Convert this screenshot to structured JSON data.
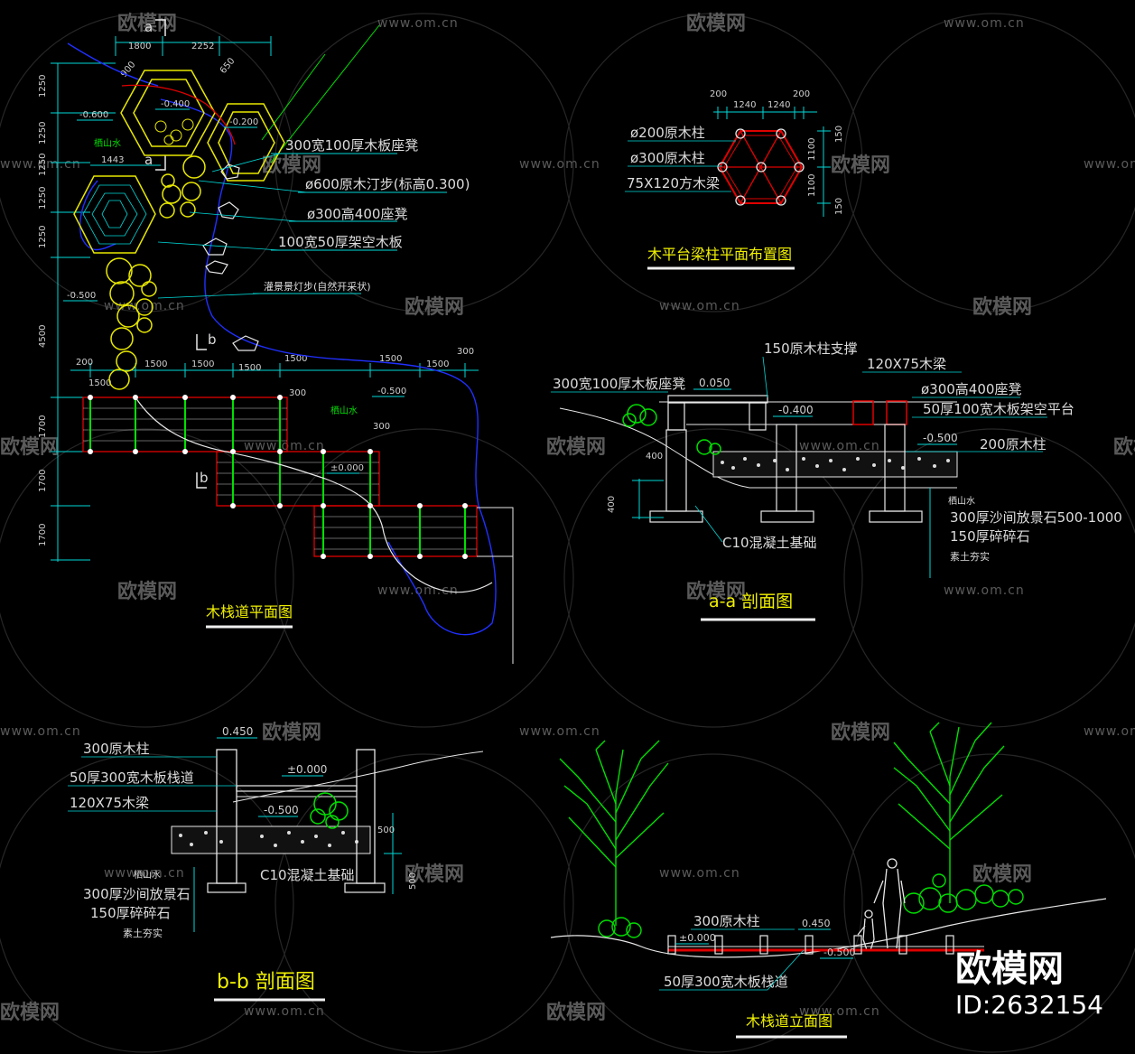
{
  "watermark": {
    "brand": "欧模网",
    "url": "www.om.cn",
    "corner_brand": "欧模网",
    "corner_id": "ID:2632154"
  },
  "plan": {
    "title": "木栈道平面图",
    "section_a_marker": "a",
    "section_b_marker": "b",
    "dims_top": [
      "1800",
      "2252"
    ],
    "dims_diag": [
      "900",
      "650"
    ],
    "dim_1443": "1443",
    "dims_left": [
      "1250",
      "1250",
      "1250",
      "1250",
      "1250",
      "4500",
      "1700",
      "1700",
      "1700"
    ],
    "dims_row": [
      "200",
      "1500",
      "1500",
      "1500",
      "1500",
      "1500",
      "1500",
      "300"
    ],
    "dim_1500b": "1500",
    "dim_300a": "300",
    "dim_300b": "300",
    "elev_m0600": "-0.600",
    "elev_m0400": "-0.400",
    "elev_m0200": "-0.200",
    "elev_m0500": "-0.500",
    "elev_m0500b": "-0.500",
    "elev_0000": "±0.000",
    "water_1": "栖山水",
    "water_2": "栖山水",
    "callouts": [
      "300宽100厚木板座凳",
      "ø600原木汀步(标高0.300)",
      "ø300高400座凳",
      "100宽50厚架空木板",
      "灌景景灯步(自然开采状)"
    ]
  },
  "platform": {
    "title": "木平台梁柱平面布置图",
    "dims_top": [
      "200",
      "1240",
      "1240",
      "200"
    ],
    "dims_right": [
      "150",
      "1100",
      "1100",
      "150"
    ],
    "labels": [
      "ø200原木柱",
      "ø300原木柱",
      "75X120方木梁"
    ]
  },
  "section_aa": {
    "title": "a-a 剖面图",
    "labels_top": [
      "150原木柱支撑",
      "120X75木梁",
      "ø300高400座凳",
      "50厚100宽木板架空平台"
    ],
    "label_seat": "300宽100厚木板座凳",
    "elev_0050": "0.050",
    "elev_m0400": "-0.400",
    "elev_m0500": "-0.500",
    "label_200col": "200原木柱",
    "dim_400a": "400",
    "dim_400b": "400",
    "label_c10": "C10混凝土基础",
    "layers": [
      "栖山水",
      "300厚沙间放景石500-1000",
      "150厚碎碎石",
      "素土夯实"
    ]
  },
  "section_bb": {
    "title": "b-b 剖面图",
    "labels": [
      "300原木柱",
      "50厚300宽木板栈道",
      "120X75木梁"
    ],
    "elev_0450": "0.450",
    "elev_0000": "±0.000",
    "elev_m0500": "-0.500",
    "dim_500a": "500",
    "dim_500b": "500",
    "label_c10": "C10混凝土基础",
    "layers": [
      "栖山水",
      "300厚沙间放景石",
      "150厚碎碎石",
      "素土夯实"
    ]
  },
  "elevation": {
    "title": "木栈道立面图",
    "label_post": "300原木柱",
    "label_deck": "50厚300宽木板栈道",
    "elev_0450": "0.450",
    "elev_0000": "±0.000",
    "elev_m0500": "-0.500"
  },
  "colors": {
    "background": "#000000",
    "cyan": "#00d8d8",
    "green": "#00e000",
    "red": "#e00000",
    "yellow": "#f0f000",
    "blue": "#2030ff",
    "white": "#e8e8e8"
  }
}
